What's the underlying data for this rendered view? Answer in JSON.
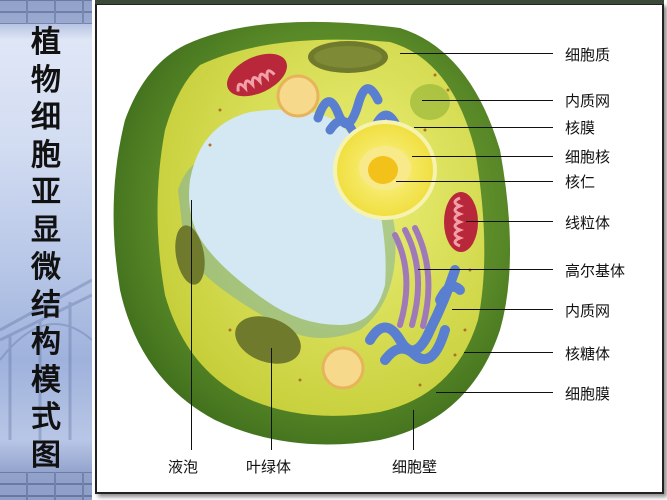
{
  "sidebar": {
    "title_chars": [
      "植",
      "物",
      "细",
      "胞",
      "亚",
      "显",
      "微",
      "结",
      "构",
      "模",
      "式",
      "图"
    ],
    "title": "植物细胞亚显微结构模式图"
  },
  "diagram": {
    "subject": "plant cell submicroscopic structure",
    "right_labels": [
      {
        "id": "cytoplasm",
        "text": "细胞质"
      },
      {
        "id": "er-top",
        "text": "内质网"
      },
      {
        "id": "nuclear-membrane",
        "text": "核膜"
      },
      {
        "id": "nucleus",
        "text": "细胞核"
      },
      {
        "id": "nucleolus",
        "text": "核仁"
      },
      {
        "id": "mitochondrion",
        "text": "线粒体"
      },
      {
        "id": "golgi",
        "text": "高尔基体"
      },
      {
        "id": "er-bottom",
        "text": "内质网"
      },
      {
        "id": "ribosome",
        "text": "核糖体"
      },
      {
        "id": "cell-membrane",
        "text": "细胞膜"
      }
    ],
    "bottom_labels": [
      {
        "id": "vacuole",
        "text": "液泡"
      },
      {
        "id": "chloroplast",
        "text": "叶绿体"
      },
      {
        "id": "cell-wall",
        "text": "细胞壁"
      }
    ],
    "colors": {
      "cell_wall": "#4f7f22",
      "cytoplasm": "#d9df4a",
      "vacuole": "#d3e8f2",
      "nucleus": "#f5ec6a",
      "nucleolus": "#f2c21a",
      "mitochondrion": "#b8283a",
      "er": "#5a7fd0",
      "golgi": "#a07ab8",
      "chloroplast": "#6f7a2c"
    }
  }
}
